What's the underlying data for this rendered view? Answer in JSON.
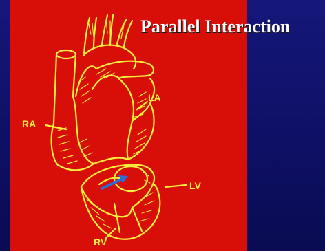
{
  "slide": {
    "title": "Parallel Interaction",
    "colors": {
      "background": "#0e1066",
      "panel": "#d80e08",
      "line_art": "#f6ef3b",
      "arrow": "#2b6cd6",
      "title_text": "#ffffff"
    }
  },
  "labels": {
    "ra": "RA",
    "la": "LA",
    "lv": "LV",
    "rv": "RV"
  }
}
